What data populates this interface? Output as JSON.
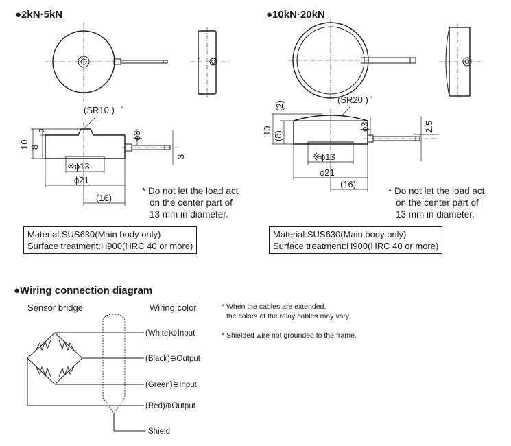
{
  "left": {
    "title": "●2kN·5kN",
    "sr": "(SR10 )",
    "dim_10": "10",
    "dim_8": "8",
    "dim_2": "2",
    "dim_phi3": "ϕ3",
    "dim_3": "3",
    "dim_phi13": "※ϕ13",
    "dim_phi21": "ϕ21",
    "dim_16": "(16)",
    "note_line1": "* Do not let the load act",
    "note_line2": "on the center part of",
    "note_line3": "13 mm in diameter.",
    "material": "Material:SUS630(Main body only)",
    "surface": "Surface treatment:H900(HRC 40 or more)"
  },
  "right": {
    "title": "●10kN·20kN",
    "sr": "(SR20 )",
    "dim_10": "10",
    "dim_8": "(8)",
    "dim_2": "(2)",
    "dim_phi3": "ϕ3",
    "dim_25": "2.5",
    "dim_phi13": "※ϕ13",
    "dim_phi21": "ϕ21",
    "dim_16": "(16)",
    "note_line1": "* Do not let the load act",
    "note_line2": "on the center part of",
    "note_line3": "13 mm in diameter.",
    "material": "Material:SUS630(Main body only)",
    "surface": "Surface treatment:H900(HRC 40 or more)"
  },
  "wiring": {
    "title": "●Wiring connection diagram",
    "sensor_bridge": "Sensor bridge",
    "wiring_color": "Wiring color",
    "white": "(White)⊕Input",
    "black": "(Black)⊖Output",
    "green": "(Green)⊖Input",
    "red": "(Red)⊕Output",
    "shield": "Shield",
    "note1_line1": "* When the cables are extended,",
    "note1_line2": "the colors of the relay cables may vary.",
    "note2": "* Shielded wire not grounded to the frame."
  }
}
